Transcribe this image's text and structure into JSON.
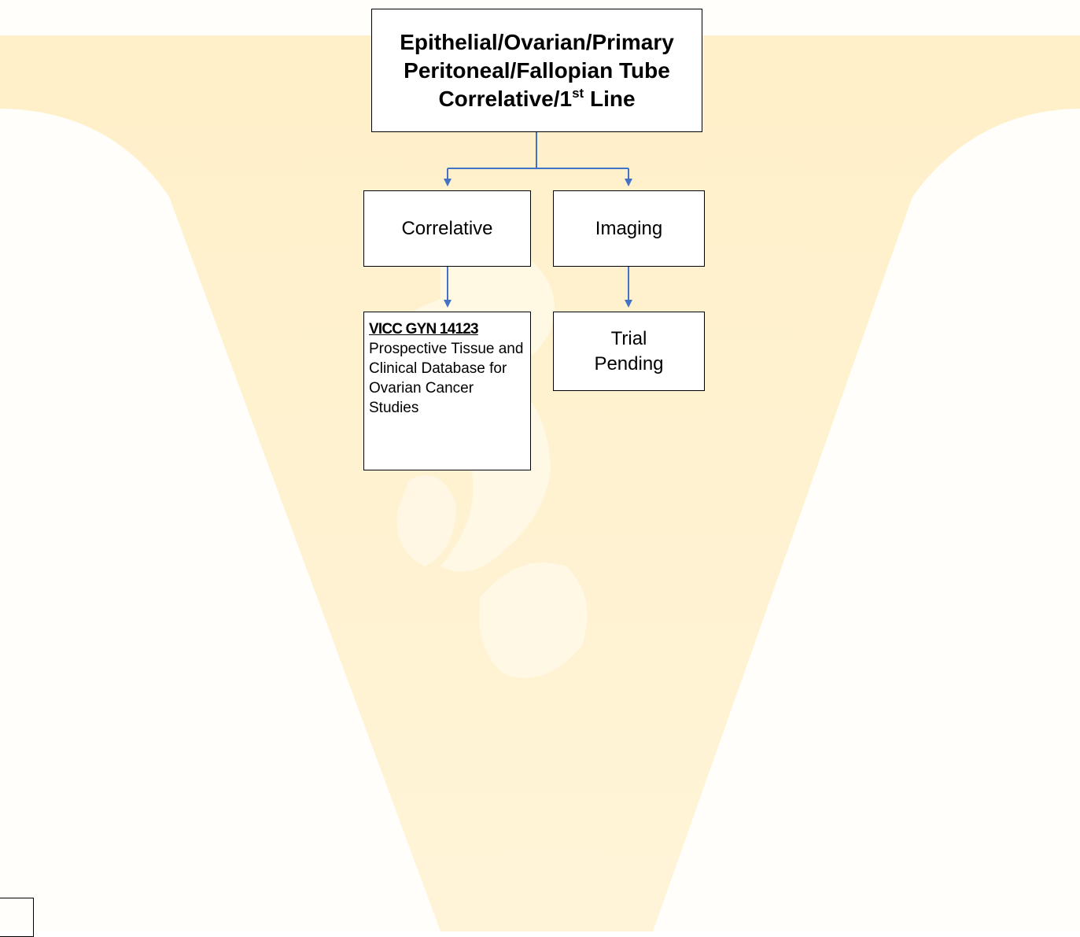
{
  "colors": {
    "watermark": "#FFF0C9",
    "connector": "#4472C4",
    "box_border": "#000000"
  },
  "diagram": {
    "root": {
      "line1": "Epithelial/Ovarian/Primary",
      "line2": "Peritoneal/Fallopian Tube",
      "line3_prefix": "Correlative/1",
      "line3_sup": "st",
      "line3_suffix": " Line"
    },
    "branches": {
      "correlative": "Correlative",
      "imaging": "Imaging"
    },
    "leaves": {
      "vicc_title": "VICC GYN 14123",
      "vicc_description": "Prospective Tissue and Clinical Database for Ovarian Cancer Studies",
      "trial_pending": "Trial Pending"
    }
  }
}
